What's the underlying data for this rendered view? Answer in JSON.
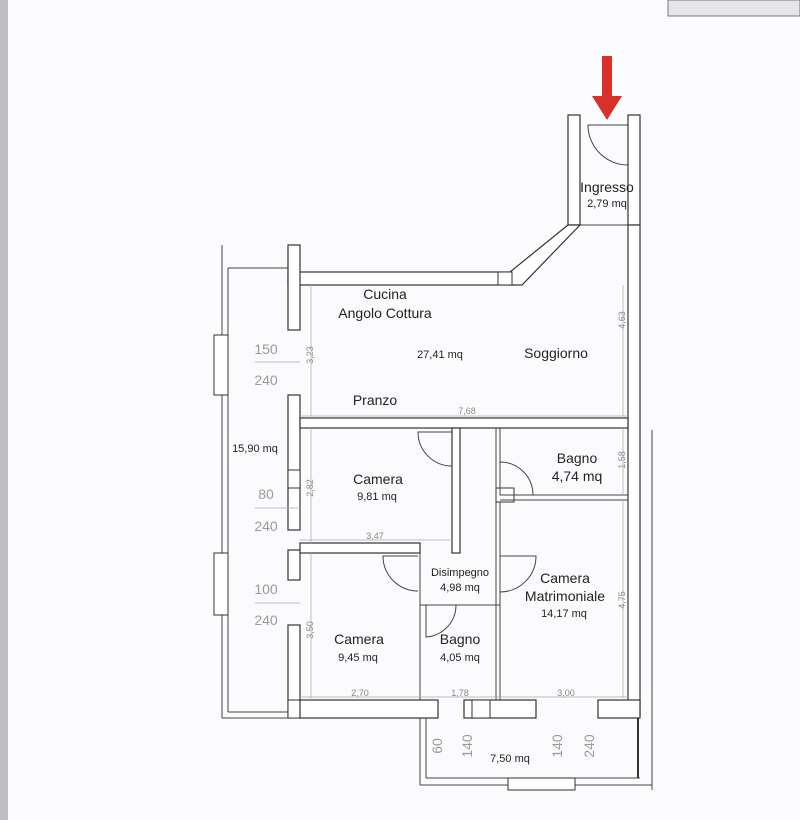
{
  "rooms": {
    "ingresso": {
      "name": "Ingresso",
      "area": "2,79 mq"
    },
    "cucina": {
      "name": "Cucina",
      "name2": "Angolo Cottura",
      "area": "27,41 mq",
      "soggiorno": "Soggiorno",
      "pranzo": "Pranzo"
    },
    "loggia": {
      "area": "15,90 mq"
    },
    "camera1": {
      "name": "Camera",
      "area": "9,81 mq"
    },
    "bagno1": {
      "name": "Bagno",
      "area": "4,74 mq"
    },
    "disimpegno": {
      "name": "Disimpegno",
      "area": "4,98 mq"
    },
    "matrimoniale": {
      "name": "Camera",
      "name2": "Matrimoniale",
      "area": "14,17 mq"
    },
    "camera2": {
      "name": "Camera",
      "area": "9,45 mq"
    },
    "bagno2": {
      "name": "Bagno",
      "area": "4,05 mq"
    },
    "balcone": {
      "area": "7,50 mq"
    }
  },
  "dimensions": {
    "d463": "4,63",
    "d323": "3,23",
    "d768": "7,68",
    "d158": "1,58",
    "d282": "2,82",
    "d347": "3,47",
    "d350": "3,50",
    "d475": "4,75",
    "d270": "2,70",
    "d178": "1,78",
    "d300": "3,00"
  },
  "window_heights": {
    "w1_top": "150",
    "w1_bot": "240",
    "w2_top": "80",
    "w2_bot": "240",
    "w3_top": "100",
    "w3_bot": "240",
    "b1": "60",
    "b2": "140",
    "b3": "140",
    "b4": "240"
  },
  "colors": {
    "arrow": "#d9302a"
  }
}
